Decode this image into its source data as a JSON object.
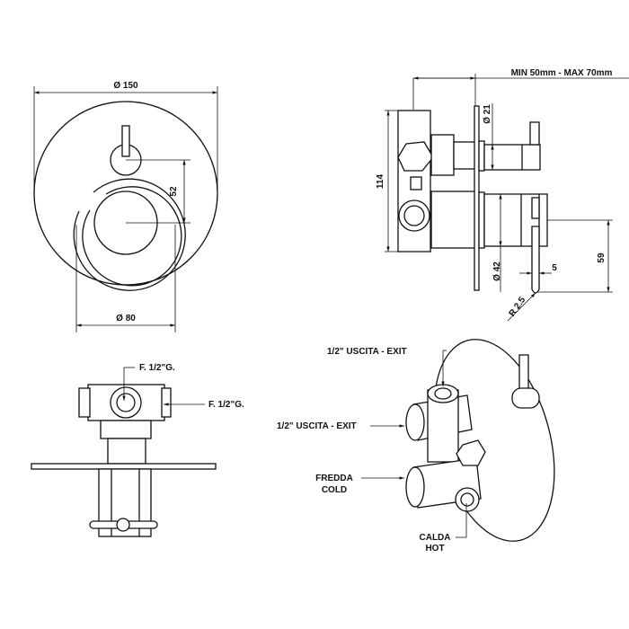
{
  "front_view": {
    "dia_plate": "Ø 150",
    "dia_knob": "Ø 80",
    "center_distance": "52"
  },
  "side_view": {
    "depth_range": "MIN 50mm - MAX 70mm",
    "dia_small": "Ø 21",
    "height": "114",
    "dia_large": "Ø 42",
    "lever_width": "5",
    "lever_height": "59",
    "radius": "R 2.5"
  },
  "top_view": {
    "conn_top": "F. 1/2\"G.",
    "conn_side": "F. 1/2\"G."
  },
  "iso_view": {
    "exit_top": "1/2\" USCITA - EXIT",
    "exit_side": "1/2\" USCITA - EXIT",
    "cold_it": "FREDDA",
    "cold_en": "COLD",
    "hot_it": "CALDA",
    "hot_en": "HOT"
  }
}
